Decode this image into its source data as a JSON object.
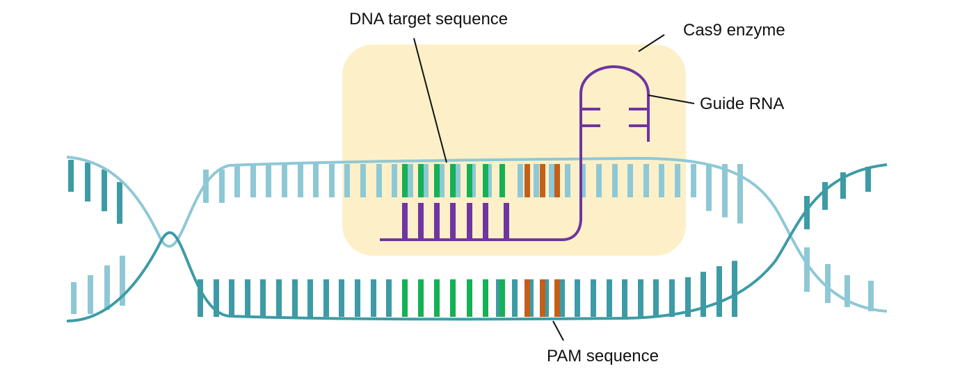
{
  "labels": {
    "dna_target": "DNA target sequence",
    "cas9": "Cas9 enzyme",
    "guide_rna": "Guide RNA",
    "pam": "PAM sequence"
  },
  "colors": {
    "background": "#ffffff",
    "cas9_fill": "#fdf0c8",
    "strand_light": "#8ec8d6",
    "strand_dark": "#3d9ba5",
    "target_green": "#16b057",
    "pam_orange": "#c2601a",
    "guide_purple": "#6f35a0",
    "leader": "#111111"
  }
}
